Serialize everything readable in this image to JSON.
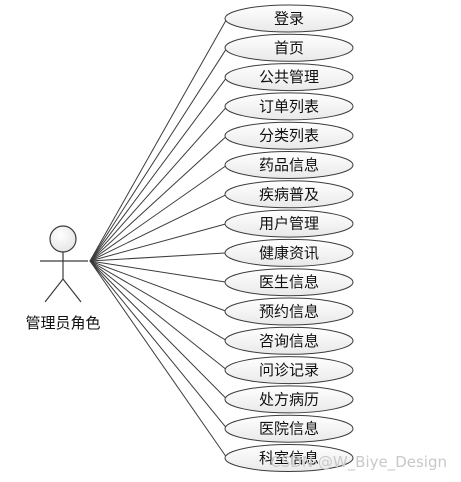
{
  "actor": {
    "label": "管理员角色"
  },
  "use_cases": [
    {
      "label": "登录"
    },
    {
      "label": "首页"
    },
    {
      "label": "公共管理"
    },
    {
      "label": "订单列表"
    },
    {
      "label": "分类列表"
    },
    {
      "label": "药品信息"
    },
    {
      "label": "疾病普及"
    },
    {
      "label": "用户管理"
    },
    {
      "label": "健康资讯"
    },
    {
      "label": "医生信息"
    },
    {
      "label": "预约信息"
    },
    {
      "label": "咨询信息"
    },
    {
      "label": "问诊记录"
    },
    {
      "label": "处方病历"
    },
    {
      "label": "医院信息"
    },
    {
      "label": "科室信息"
    }
  ],
  "watermark": "CSDN @W_Biye_Design",
  "colors": {
    "line": "#3c3c3c",
    "ellipse_fill_top": "#ffffff",
    "ellipse_fill_bottom": "#ececec",
    "text": "#111111",
    "watermark": "#c8c8c8"
  }
}
